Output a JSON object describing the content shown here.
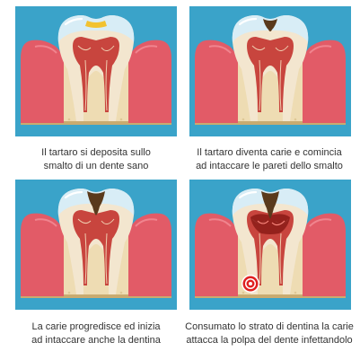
{
  "colors": {
    "background": "#3aa3c9",
    "gum": "#e25b67",
    "bone": "#eedcb3",
    "enamel": "#d8edf6",
    "dentin": "#f3e6cf",
    "pulp": "#c8453e",
    "tartar": "#f2c230",
    "caries": "#5a3a1c",
    "infection": "#e02020"
  },
  "panels": [
    {
      "caption_line1": "Il tartaro si deposita sullo",
      "caption_line2": "smalto di un dente sano"
    },
    {
      "caption_line1": "Il tartaro diventa carie e comincia",
      "caption_line2": "ad intaccare le pareti dello smalto"
    },
    {
      "caption_line1": "La carie progredisce ed inizia",
      "caption_line2": "ad intaccare anche la dentina"
    },
    {
      "caption_line1": "Consumato lo strato di dentina la carie",
      "caption_line2": "attacca la polpa del dente infettandolo"
    }
  ]
}
